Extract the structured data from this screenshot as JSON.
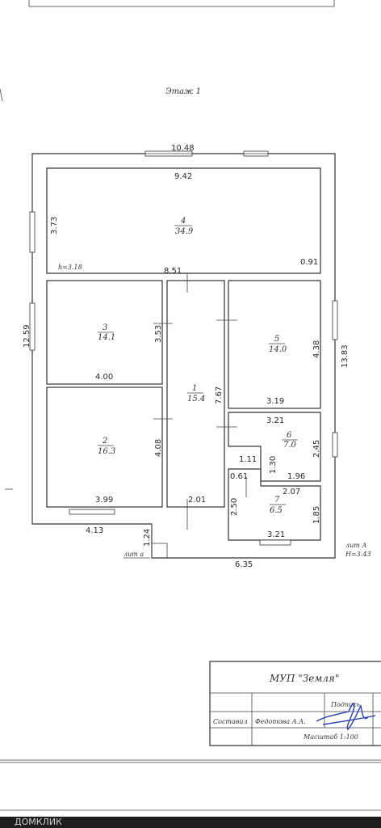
{
  "floor_title": "Этаж 1",
  "rooms": [
    {
      "num": "4",
      "area": "34.9"
    },
    {
      "num": "3",
      "area": "14.1"
    },
    {
      "num": "2",
      "area": "16.3"
    },
    {
      "num": "1",
      "area": "15.4"
    },
    {
      "num": "5",
      "area": "14.0"
    },
    {
      "num": "6",
      "area": "7.0"
    },
    {
      "num": "7",
      "area": "6.5"
    }
  ],
  "dimensions": {
    "outer_top": "10.48",
    "top_inner": "9.42",
    "room4_height": "3.73",
    "h_room4": "h=3.18",
    "middle_width": "8.51",
    "room4_step": "0.91",
    "total_height_left": "12.59",
    "room3_height": "3.53",
    "room3_width": "4.00",
    "room2_height": "4.08",
    "room2_width": "3.99",
    "outer_bottom_left": "4.13",
    "corridor_length": "7.67",
    "corridor_width": "2.01",
    "porch_depth": "1.24",
    "room5_height": "4.38",
    "room5_width": "3.19",
    "total_height_right": "13.83",
    "room6_width": "3.21",
    "room6_height": "2.45",
    "hall_small": "1.11",
    "hall_depth": "1.30",
    "hall_width": "1.96",
    "hall_offset": "0.61",
    "room7_height_left": "2.50",
    "room7_width_top": "2.07",
    "room7_height": "1.85",
    "room7_width": "3.21",
    "outer_bottom": "6.35"
  },
  "lit_a_lower": "лит а",
  "lit_a_upper": "лит А",
  "h_lit_a": "H=3.43",
  "stamp": {
    "org": "МУП \"Земля\"",
    "signature_label": "Подпись",
    "compiled_label": "Составил",
    "compiler": "Федотова А.А.",
    "scale": "Масштаб 1:100"
  },
  "watermark": "ДОМКЛИК"
}
